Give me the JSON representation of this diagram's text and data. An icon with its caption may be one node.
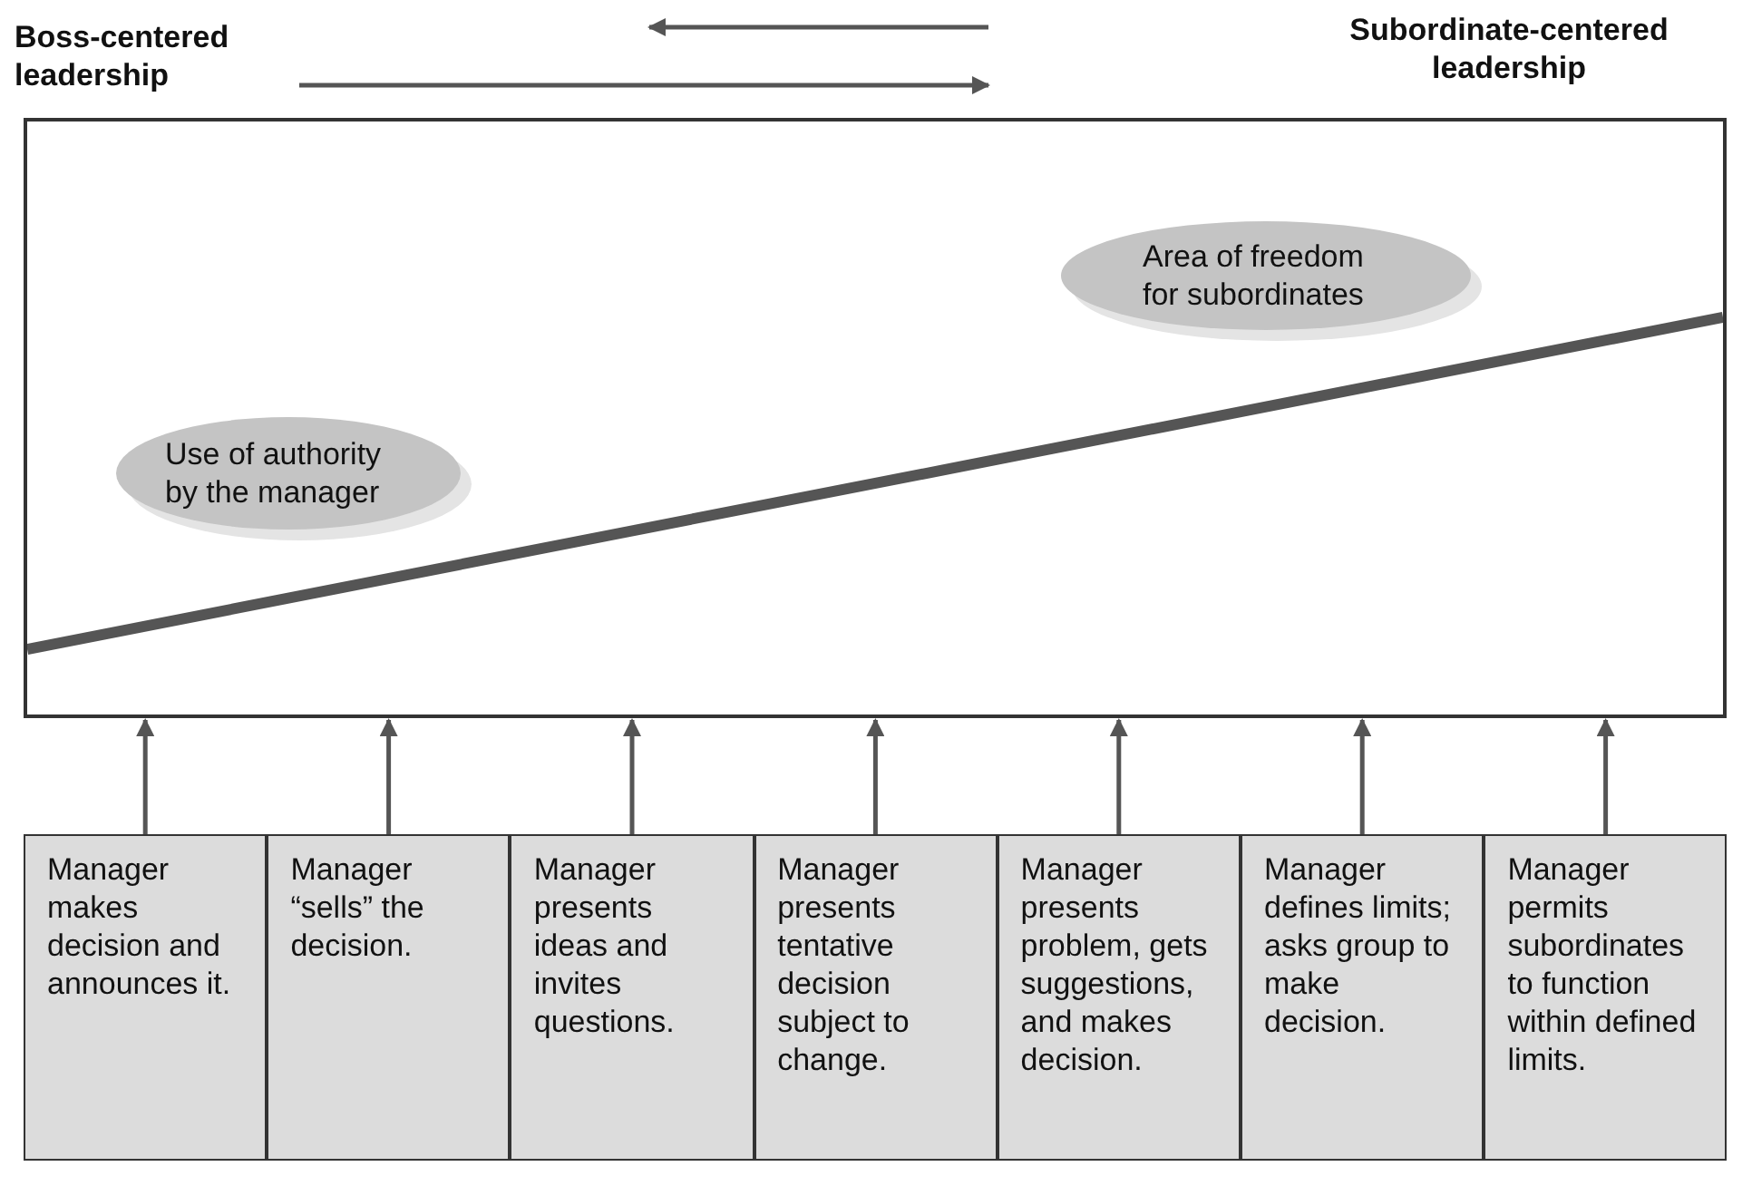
{
  "diagram": {
    "nodes": [
      {
        "text": [],
        "shape": "box"
      },
      {
        "text": [
          "Use of authority by the manager"
        ],
        "in": 0
      },
      {
        "text": [
          "Area of freedom for subordinates"
        ],
        "in": 0
      },
      {
        "text": [
          "Manager makes decision and announces it."
        ]
      },
      {
        "text": [
          "Manager “sells” the decision."
        ]
      },
      {
        "text": [
          "Manager presents ideas and invites questions."
        ]
      },
      {
        "text": [
          "Manager presents tentative decision subject to change."
        ]
      },
      {
        "text": [
          "Manager presents problem, gets suggestions, and makes decision."
        ]
      },
      {
        "text": [
          "Manager defines limits; asks group to make decision."
        ]
      },
      {
        "text": [
          "Manager permits subordinates to function within defined limits."
        ]
      }
    ],
    "edges": [
      {
        "from": 3,
        "to": 0,
        "arrow": "to"
      },
      {
        "from": 4,
        "to": 0,
        "arrow": "to"
      },
      {
        "from": 5,
        "to": 0,
        "arrow": "to"
      },
      {
        "from": 6,
        "to": 0,
        "arrow": "to"
      },
      {
        "from": 7,
        "to": 0,
        "arrow": "to"
      },
      {
        "from": 8,
        "to": 0,
        "arrow": "to"
      },
      {
        "from": 9,
        "to": 0,
        "arrow": "to"
      }
    ],
    "labels": [
      "Boss-centered leadership",
      "Subordinate-centered leadership"
    ]
  }
}
